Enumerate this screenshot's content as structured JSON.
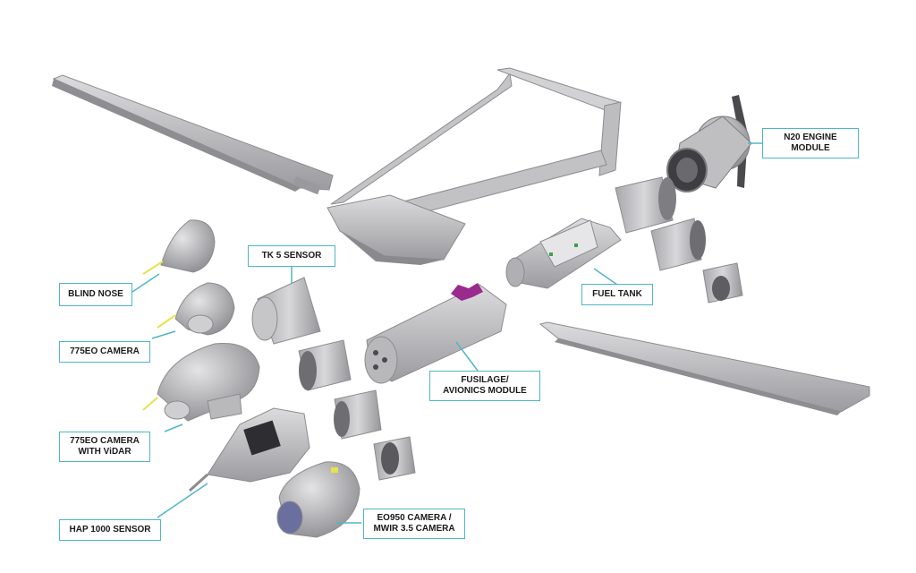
{
  "colors": {
    "callout_border": "#4fb6c6",
    "leader_line": "#4fb6c6",
    "part_light": "#c9c9cb",
    "part_mid": "#a9a9ac",
    "part_dark": "#6e6e72",
    "sensor_tip": "#e8e24a",
    "accent_magenta": "#9a2a8e",
    "lens_blue": "#6b6f9e"
  },
  "callouts": {
    "engine": "N20 ENGINE\nMODULE",
    "tk5": "TK 5 SENSOR",
    "blind_nose": "BLIND NOSE",
    "fuel_tank": "FUEL TANK",
    "eo775": "775EO CAMERA",
    "fuselage": "FUSILAGE/\nAVIONICS MODULE",
    "eo775_vidar": "775EO CAMERA\nWITH ViDAR",
    "hap1000": "HAP 1000 SENSOR",
    "eo950": "EO950 CAMERA /\nMWIR 3.5 CAMERA"
  }
}
